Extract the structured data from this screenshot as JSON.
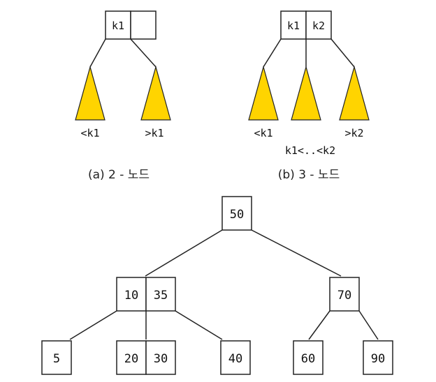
{
  "two_node": {
    "key": "k1",
    "left_label": "<k1",
    "right_label": ">k1",
    "caption": "(a) 2 - 노드"
  },
  "three_node": {
    "key1": "k1",
    "key2": "k2",
    "left_label": "<k1",
    "middle_label": "k1<..<k2",
    "right_label": ">k2",
    "caption": "(b) 3 - 노드"
  },
  "tree": {
    "root": "50",
    "left_internal": [
      "10",
      "35"
    ],
    "right_internal": "70",
    "leaves": {
      "leaf_a": "5",
      "leaf_b": [
        "20",
        "30"
      ],
      "leaf_c": "40",
      "leaf_d": "60",
      "leaf_e": "90"
    }
  },
  "colors": {
    "subtree_fill": "#FFD400",
    "line": "#222222"
  }
}
